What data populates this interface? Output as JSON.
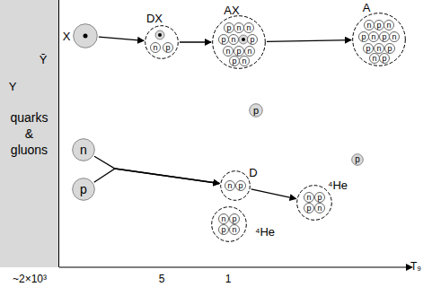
{
  "diagram": {
    "nodes": [
      {
        "text": [
          "quarks & gluons"
        ]
      },
      {
        "text": [
          "X"
        ]
      },
      {
        "text": [
          "DX",
          "n",
          "p"
        ]
      },
      {
        "text": [
          "AX",
          "p",
          "n",
          "n",
          "p",
          "n",
          "p",
          "n",
          "p",
          "n",
          "p",
          "n"
        ]
      },
      {
        "text": [
          "A",
          "n",
          "p",
          "n",
          "p",
          "n",
          "p",
          "n",
          "p",
          "n",
          "p",
          "n",
          "p"
        ]
      },
      {
        "text": [
          "p"
        ]
      },
      {
        "text": [
          "n"
        ]
      },
      {
        "text": [
          "p"
        ]
      },
      {
        "text": [
          "D",
          "n",
          "p"
        ]
      },
      {
        "text": [
          "⁴He",
          "n",
          "p",
          "p",
          "n"
        ]
      },
      {
        "text": [
          "p"
        ]
      },
      {
        "text": [
          "⁴He",
          "n",
          "p",
          "p",
          "n"
        ]
      }
    ],
    "edges": [
      {
        "from": 1,
        "to": 2,
        "arrow": "to"
      },
      {
        "from": 2,
        "to": 3,
        "arrow": "to"
      },
      {
        "from": 3,
        "to": 4,
        "arrow": "to"
      },
      {
        "from": 6,
        "to": 8,
        "arrow": "to"
      },
      {
        "from": 7,
        "to": 8,
        "arrow": "to"
      },
      {
        "from": 8,
        "to": 9,
        "arrow": "to"
      }
    ],
    "labels": [
      "Y",
      "Ȳ",
      "~2×10³",
      "5",
      "1",
      "T₉"
    ]
  }
}
